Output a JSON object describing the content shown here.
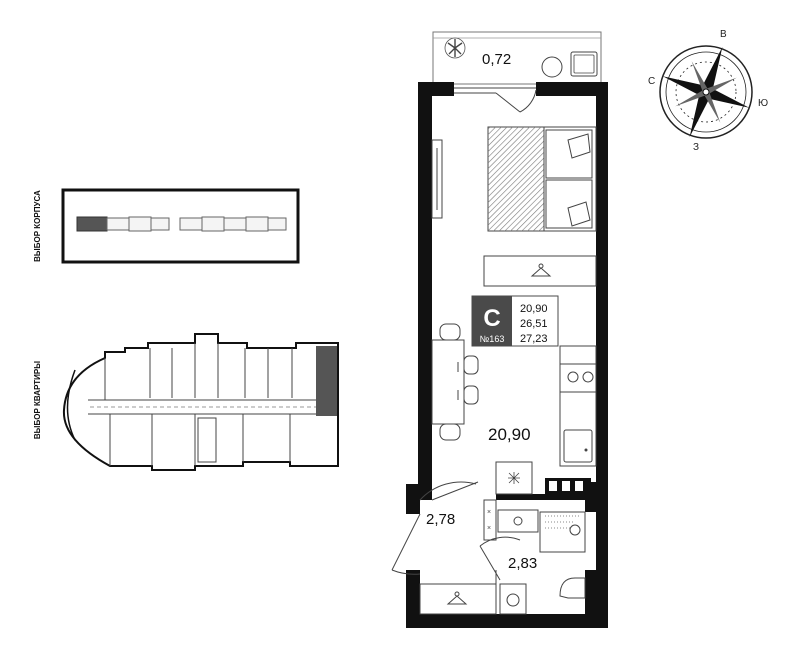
{
  "side_labels": {
    "building_select": "ВЫБОР КОРПУСА",
    "apartment_select": "ВЫБОР КВАРТИРЫ"
  },
  "compass": {
    "north": "С",
    "east": "В",
    "south": "Ю",
    "west": "З"
  },
  "apartment": {
    "type_letter": "С",
    "number": "№163",
    "areas": [
      "20,90",
      "26,51",
      "27,23"
    ]
  },
  "rooms": {
    "balcony": "0,72",
    "living": "20,90",
    "hall": "2,78",
    "bath": "2,83"
  },
  "colors": {
    "wall": "#111111",
    "badge": "#4a4a4a",
    "selected": "#555555",
    "hatch": "#888888"
  }
}
